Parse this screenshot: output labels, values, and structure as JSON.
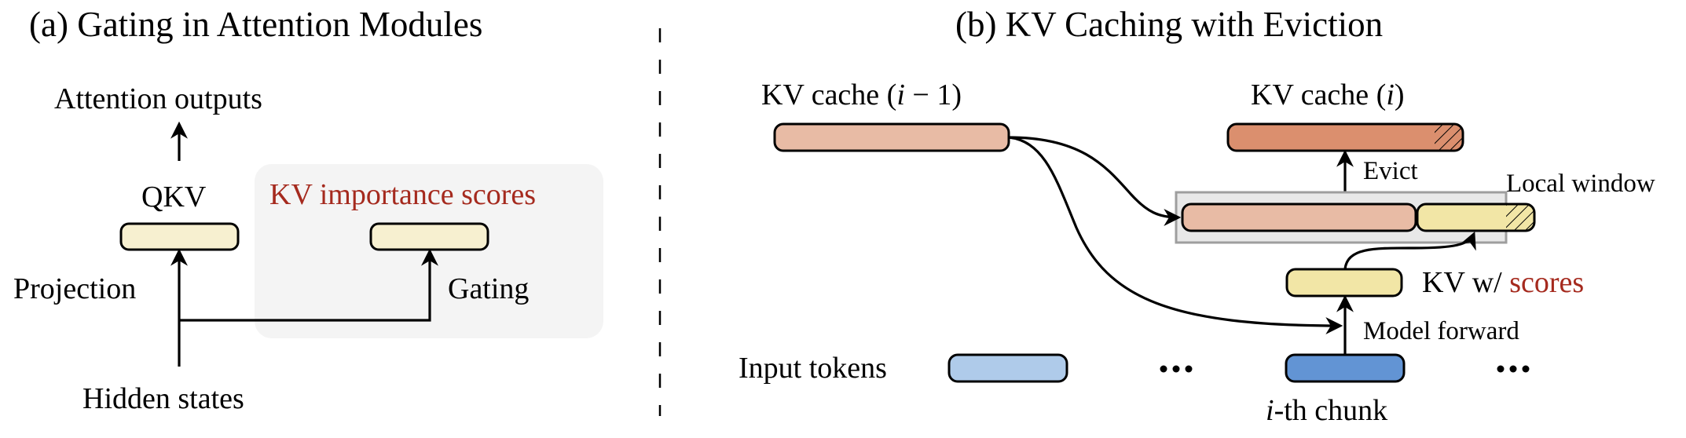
{
  "panel_a": {
    "title": "(a) Gating in Attention Modules",
    "attention_outputs": "Attention outputs",
    "qkv": "QKV",
    "kv_importance_scores": "KV importance scores",
    "projection": "Projection",
    "gating": "Gating",
    "hidden_states": "Hidden states"
  },
  "panel_b": {
    "title": "(b) KV Caching with Eviction",
    "kv_cache_prev": {
      "text": "KV cache (",
      "var": "i",
      "rest": " − 1)"
    },
    "kv_cache_curr": {
      "text": "KV cache (",
      "var": "i",
      "rest": ")"
    },
    "evict": "Evict",
    "local_window": "Local window",
    "kv_w": "KV w/ ",
    "scores": "scores",
    "model_forward": "Model forward",
    "input_tokens": "Input tokens",
    "ellipsis": "···",
    "chunk_var": "i",
    "chunk_rest": "-th chunk"
  },
  "colors": {
    "gating_box": "#F7F0D0",
    "kv_prev": "#E8BBA5",
    "kv_curr": "#DB8F6E",
    "kv_scores": "#F2E6A6",
    "input_tokens": "#AFCBEA",
    "chunk": "#6294D4",
    "panel_gray": "#F4F4F4",
    "window_gray": "#E8E8E8",
    "accent_red": "#A52A1E"
  }
}
